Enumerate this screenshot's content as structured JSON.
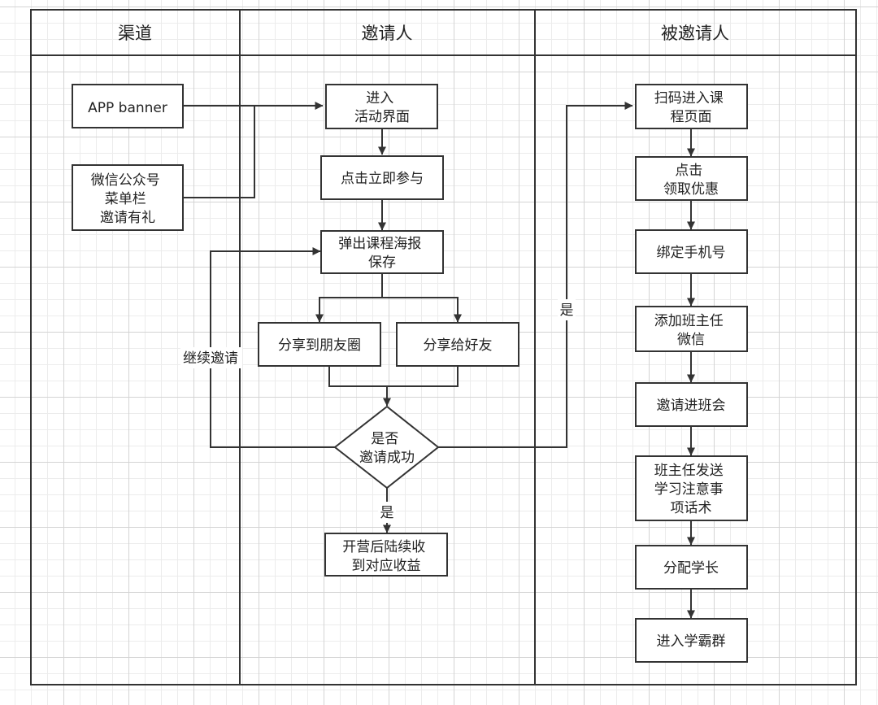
{
  "lanes": {
    "channel": "渠道",
    "inviter": "邀请人",
    "invitee": "被邀请人"
  },
  "nodes": {
    "app_banner": [
      "APP banner"
    ],
    "wechat_menu": [
      "微信公众号",
      "菜单栏",
      "邀请有礼"
    ],
    "enter_activity": [
      "进入",
      "活动界面"
    ],
    "click_join": [
      "点击立即参与"
    ],
    "poster": [
      "弹出课程海报",
      "保存"
    ],
    "share_moments": [
      "分享到朋友圈"
    ],
    "share_friend": [
      "分享给好友"
    ],
    "decision": [
      "是否",
      "邀请成功"
    ],
    "revenue": [
      "开营后陆续收",
      "到对应收益"
    ],
    "scan_course": [
      "扫码进入课",
      "程页面"
    ],
    "get_coupon": [
      "点击",
      "领取优惠"
    ],
    "bind_phone": [
      "绑定手机号"
    ],
    "add_teacher": [
      "添加班主任",
      "微信"
    ],
    "invite_class": [
      "邀请进班会"
    ],
    "teacher_notes": [
      "班主任发送",
      "学习注意事",
      "项话术"
    ],
    "assign_senior": [
      "分配学长"
    ],
    "join_group": [
      "进入学霸群"
    ]
  },
  "edge_labels": {
    "yes_right": "是",
    "yes_down": "是",
    "continue_invite": "继续邀请"
  }
}
